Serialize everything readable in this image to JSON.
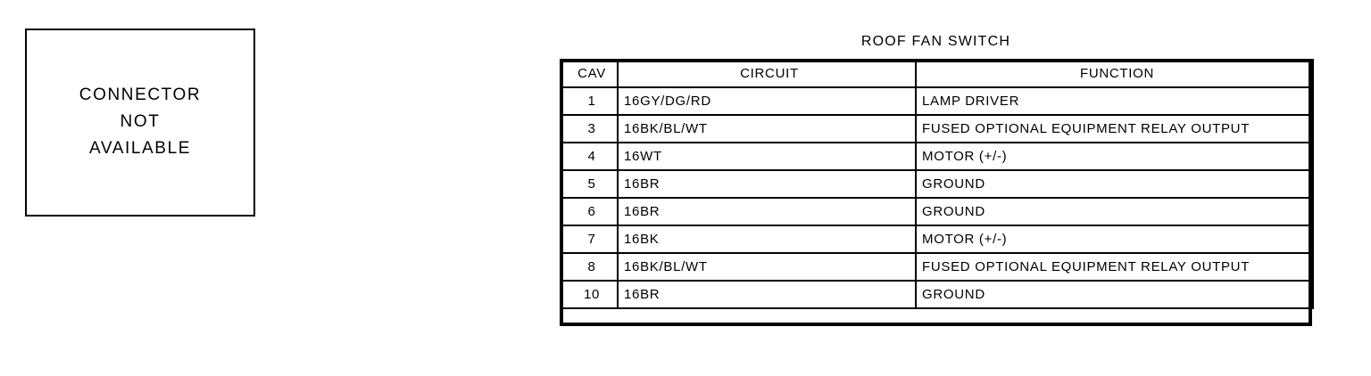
{
  "connector_box": {
    "label": "CONNECTOR\nNOT\nAVAILABLE"
  },
  "table": {
    "title": "ROOF FAN SWITCH",
    "columns": [
      "CAV",
      "CIRCUIT",
      "FUNCTION"
    ],
    "rows": [
      {
        "cav": "1",
        "circuit": "16GY/DG/RD",
        "function": "LAMP DRIVER"
      },
      {
        "cav": "3",
        "circuit": "16BK/BL/WT",
        "function": "FUSED OPTIONAL EQUIPMENT RELAY OUTPUT"
      },
      {
        "cav": "4",
        "circuit": "16WT",
        "function": "MOTOR (+/-)"
      },
      {
        "cav": "5",
        "circuit": "16BR",
        "function": "GROUND"
      },
      {
        "cav": "6",
        "circuit": "16BR",
        "function": "GROUND"
      },
      {
        "cav": "7",
        "circuit": "16BK",
        "function": "MOTOR (+/-)"
      },
      {
        "cav": "8",
        "circuit": "16BK/BL/WT",
        "function": "FUSED OPTIONAL EQUIPMENT RELAY OUTPUT"
      },
      {
        "cav": "10",
        "circuit": "16BR",
        "function": "GROUND"
      }
    ]
  }
}
